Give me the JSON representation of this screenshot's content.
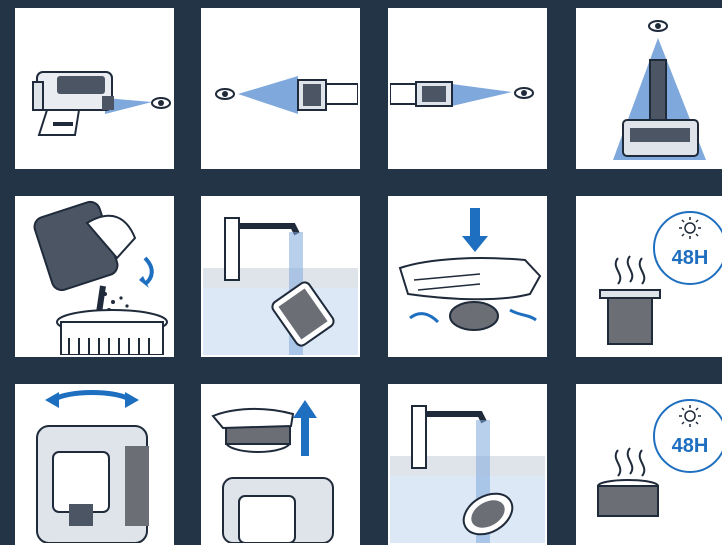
{
  "colors": {
    "background": "#243447",
    "panel": "#ffffff",
    "ink": "#1f2a3a",
    "accent_blue": "#1f6fc0",
    "light_blue": "#7fa9dc",
    "gray": "#6b6f75"
  },
  "steps": [
    {
      "row": 1,
      "col": 1,
      "icon": "vacuum-inspect-eye-icon"
    },
    {
      "row": 1,
      "col": 2,
      "icon": "wand-tube-inspect-eye-icon"
    },
    {
      "row": 1,
      "col": 3,
      "icon": "wand-tube-inspect-eye-icon"
    },
    {
      "row": 1,
      "col": 4,
      "icon": "floor-head-inspect-eye-icon"
    },
    {
      "row": 2,
      "col": 1,
      "icon": "empty-dust-bin-icon"
    },
    {
      "row": 2,
      "col": 2,
      "icon": "rinse-filter-under-tap-icon"
    },
    {
      "row": 2,
      "col": 3,
      "icon": "press-filter-dry-icon"
    },
    {
      "row": 2,
      "col": 4,
      "icon": "dry-filter-48h-icon",
      "badge": "48H"
    },
    {
      "row": 3,
      "col": 1,
      "icon": "twist-remove-cyclone-icon"
    },
    {
      "row": 3,
      "col": 2,
      "icon": "lift-out-pre-filter-icon"
    },
    {
      "row": 3,
      "col": 3,
      "icon": "rinse-pre-filter-under-tap-icon"
    },
    {
      "row": 3,
      "col": 4,
      "icon": "dry-pre-filter-48h-icon",
      "badge": "48H"
    }
  ]
}
